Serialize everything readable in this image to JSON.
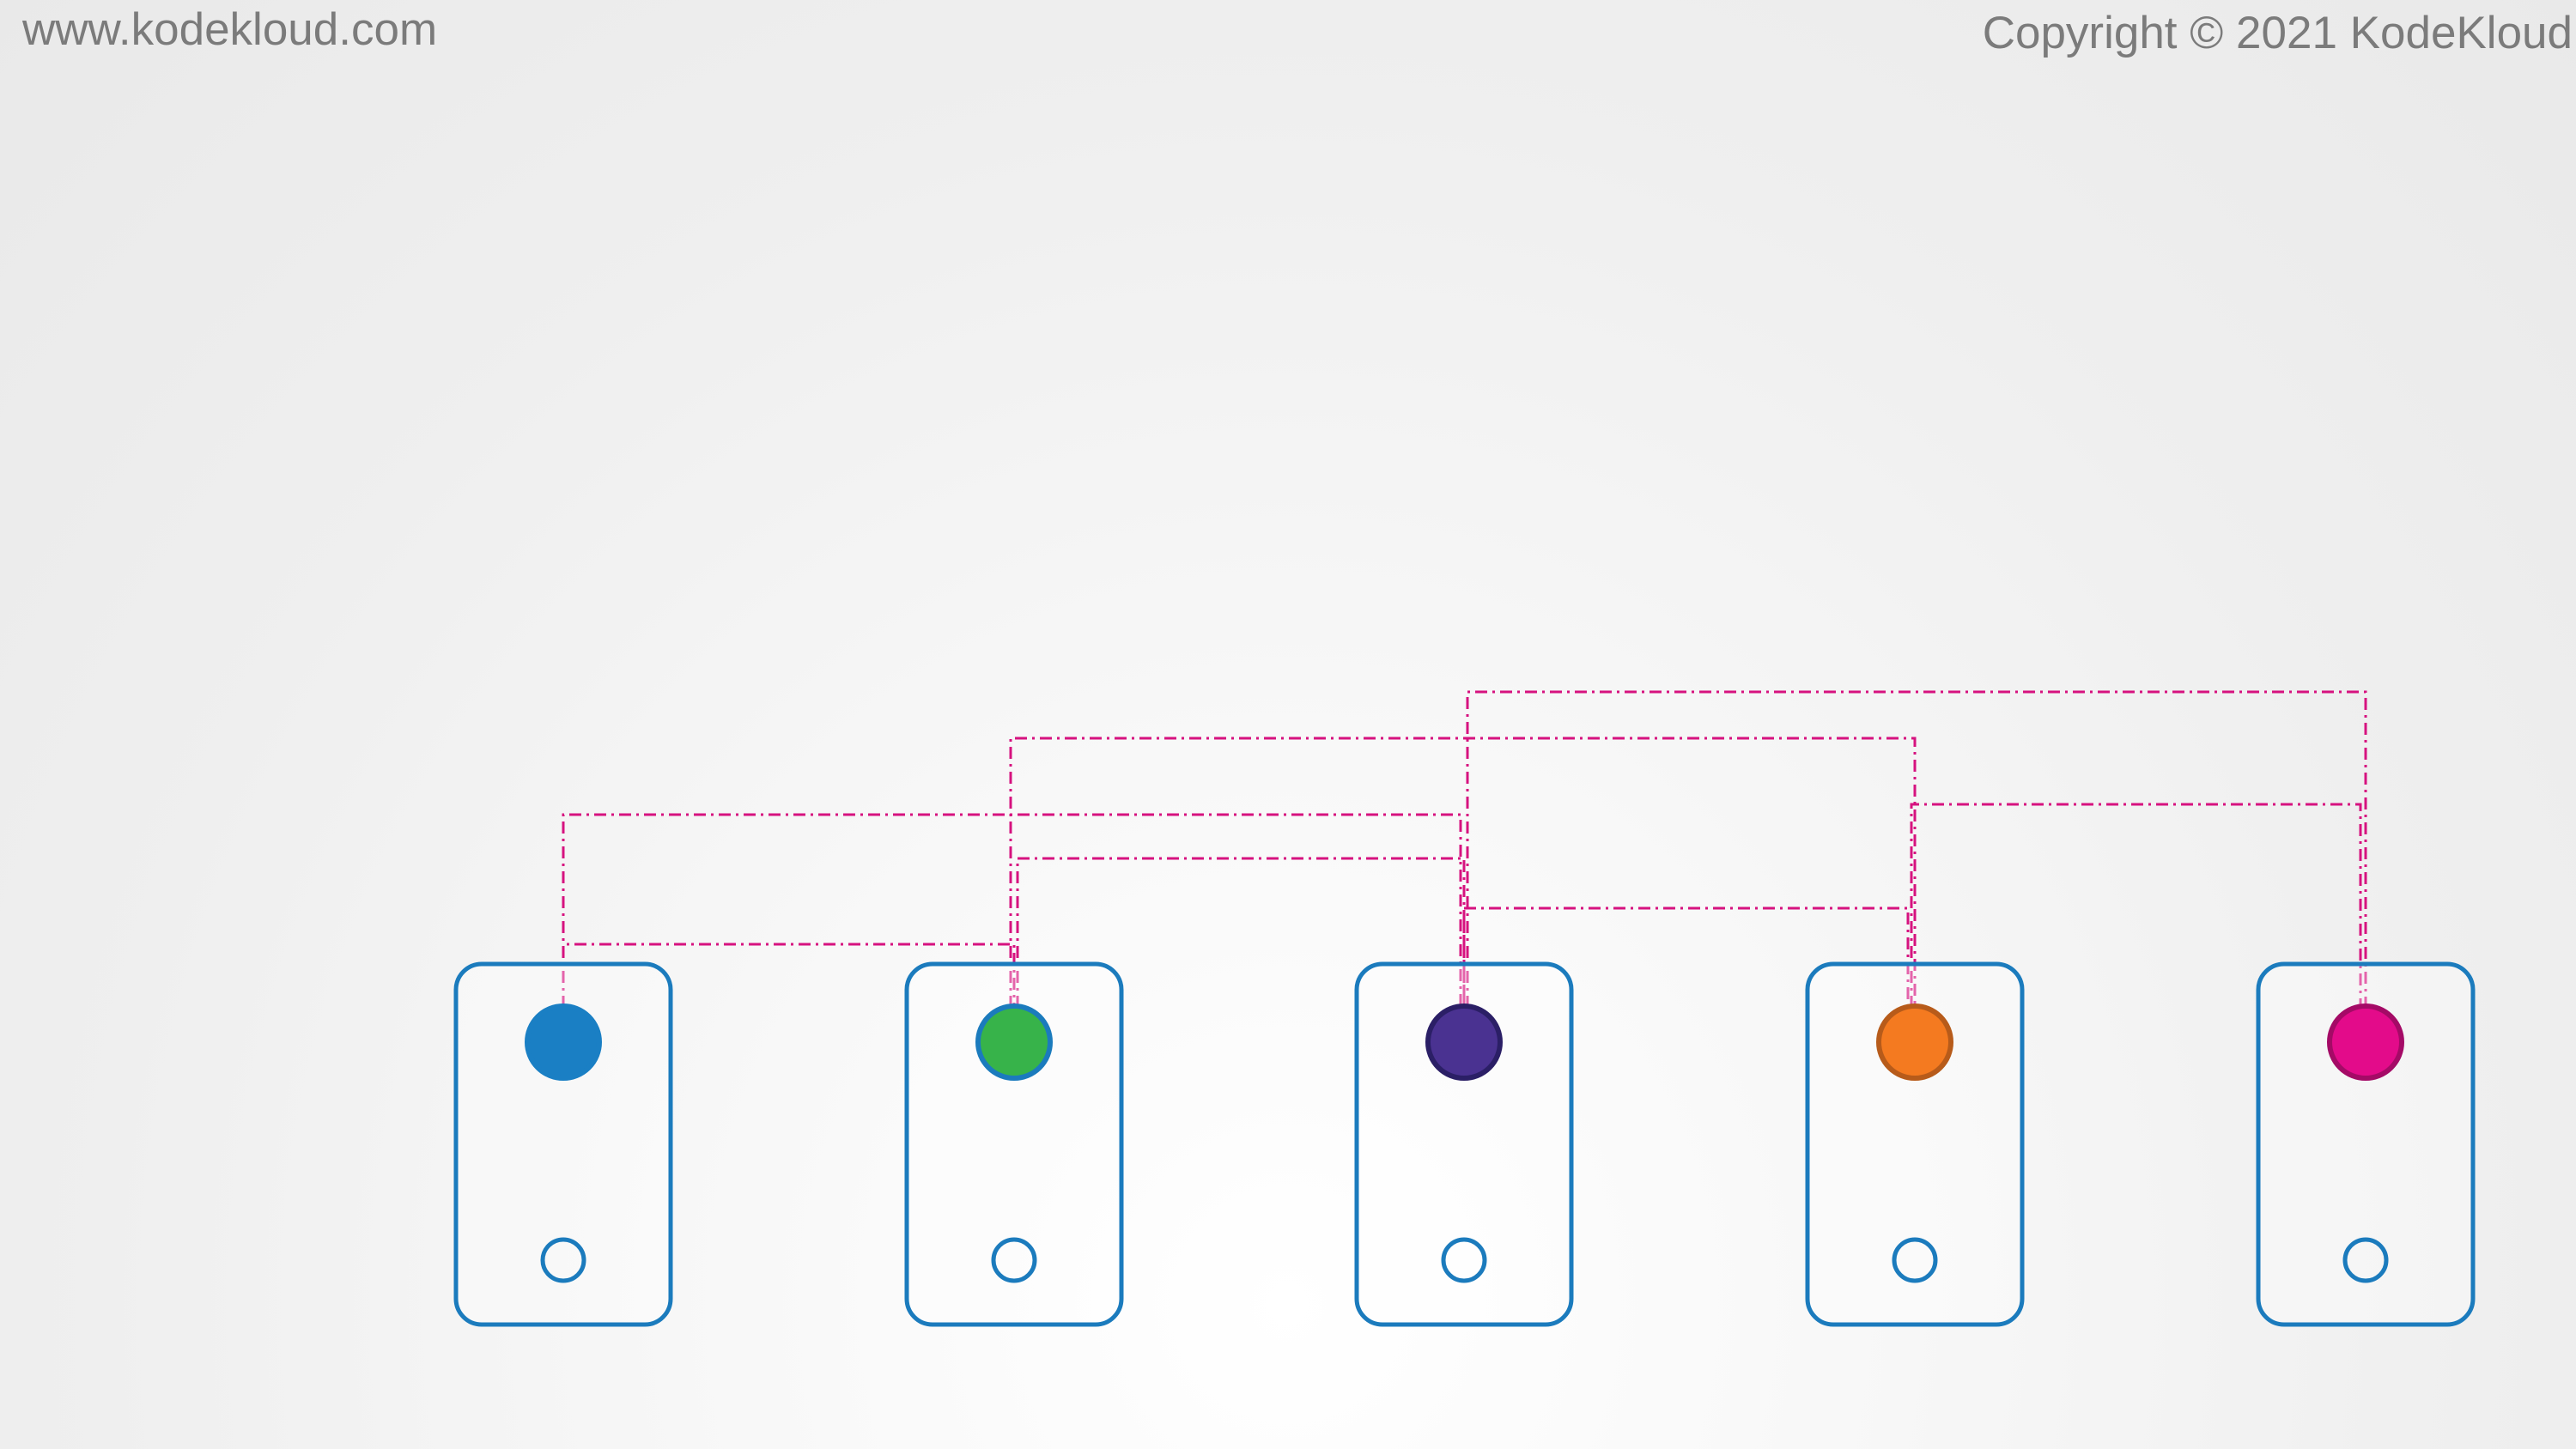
{
  "header": {
    "url": "www.kodekloud.com",
    "copyright": "Copyright © 2021 KodeKloud"
  },
  "diagram": {
    "colors": {
      "box_border": "#1b7bbd",
      "connector": "#d6127f"
    },
    "nodes": [
      {
        "id": "node-1",
        "color": "#1a7fc4",
        "stroke": "#1a7fc4"
      },
      {
        "id": "node-2",
        "color": "#37b34a",
        "stroke": "#1b7bbd"
      },
      {
        "id": "node-3",
        "color": "#4a3291",
        "stroke": "#2b1f66"
      },
      {
        "id": "node-4",
        "color": "#f47a20",
        "stroke": "#b75b1a"
      },
      {
        "id": "node-5",
        "color": "#e30b8a",
        "stroke": "#a40a66"
      }
    ],
    "connections": [
      {
        "from": "node-1",
        "to": "node-2"
      },
      {
        "from": "node-1",
        "to": "node-3"
      },
      {
        "from": "node-2",
        "to": "node-3"
      },
      {
        "from": "node-2",
        "to": "node-4"
      },
      {
        "from": "node-3",
        "to": "node-4"
      },
      {
        "from": "node-3",
        "to": "node-5"
      },
      {
        "from": "node-4",
        "to": "node-5"
      }
    ]
  }
}
